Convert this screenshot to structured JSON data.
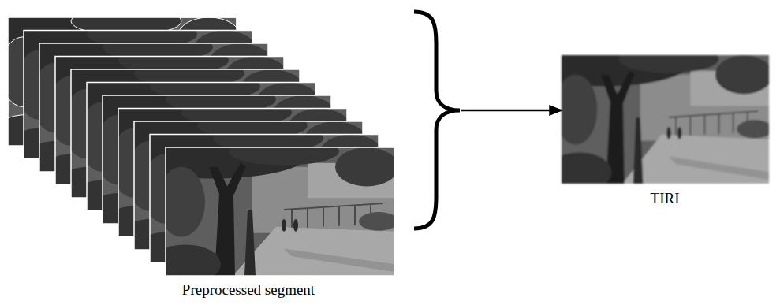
{
  "diagram": {
    "nodes": [
      {
        "text": [
          "Preprocessed segment"
        ]
      },
      {
        "text": [
          "TIRI"
        ]
      }
    ],
    "edges": [
      {
        "from": 0,
        "to": 1,
        "arrow": "to"
      }
    ]
  }
}
